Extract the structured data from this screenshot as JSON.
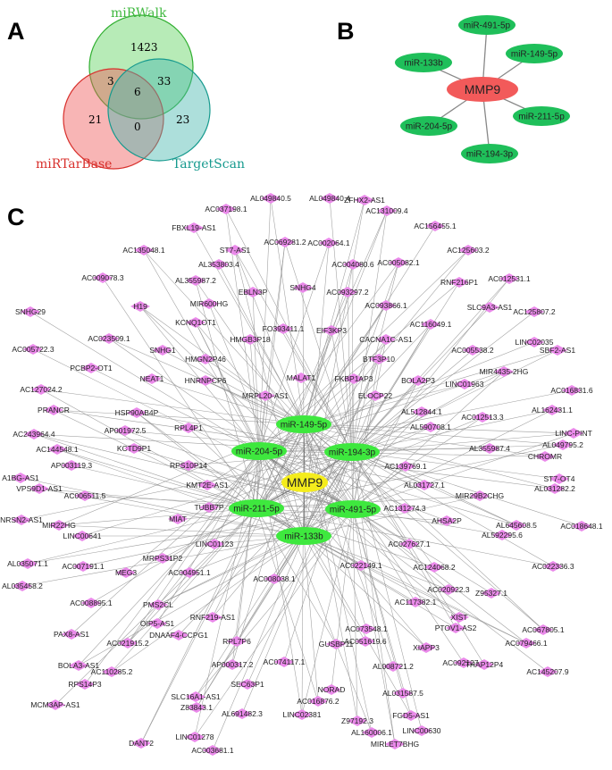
{
  "panels": {
    "a": "A",
    "b": "B",
    "c": "C"
  },
  "venn": {
    "sets": [
      {
        "name": "miRWalk",
        "color": "#5fd35f",
        "label_color": "#3fb83f"
      },
      {
        "name": "miRTarBase",
        "color": "#ef5a5a",
        "label_color": "#d8302c"
      },
      {
        "name": "TargetScan",
        "color": "#49b9b0",
        "label_color": "#169a8e"
      }
    ],
    "counts": {
      "walk_only": "1423",
      "walk_tarbase": "3",
      "all_three": "6",
      "walk_targetscan": "33",
      "tarbase_only": "21",
      "tarbase_targetscan": "0",
      "targetscan_only": "23"
    }
  },
  "network_b": {
    "hub": "MMP9",
    "hub_color": "#f25a5a",
    "mirna_color": "#1fbf5a",
    "mirnas": [
      "miR-491-5p",
      "miR-149-5p",
      "miR-211-5p",
      "miR-194-3p",
      "miR-204-5p",
      "miR-133b"
    ]
  },
  "network_c": {
    "hub": "MMP9",
    "hub_color": "#f4ec1c",
    "mirna_color": "#3ee83e",
    "lnc_color": "#ea8aea",
    "mirnas": [
      "miR-149-5p",
      "miR-204-5p",
      "miR-194-3p",
      "miR-211-5p",
      "miR-491-5p",
      "miR-133b"
    ],
    "lncrnas": [
      "AL049840.5",
      "AL049840.4",
      "ZFHX2-AS1",
      "AC037198.1",
      "AC131009.4",
      "FBXL19-AS1",
      "AC156455.1",
      "AC135048.1",
      "ST7-AS1",
      "AC069281.2",
      "AC002064.1",
      "AC125603.2",
      "AL353803.4",
      "AC004080.6",
      "AC005082.1",
      "AC009078.3",
      "AL355987.2",
      "EBLN3P",
      "SNHG4",
      "AC093297.2",
      "RNF216P1",
      "AC012531.1",
      "SNHG29",
      "H19",
      "MIR600HG",
      "AC093866.1",
      "SLC9A3-AS1",
      "AC125807.2",
      "KCNQ1OT1",
      "FO393411.1",
      "EIF3KP3",
      "AC116049.1",
      "AC023509.1",
      "HMGB3P18",
      "CACNA1C-AS1",
      "AC005722.3",
      "SNHG1",
      "HMGN2P46",
      "BTF3P10",
      "AC005538.2",
      "LINC02035",
      "SBF2-AS1",
      "PCBP2-OT1",
      "NEAT1",
      "HNRNPCP6",
      "MALAT1",
      "FKBP1AP3",
      "BOLA2P3",
      "MIR4435-2HG",
      "AC127024.2",
      "LINC01963",
      "AC016831.6",
      "MRPL20-AS1",
      "ELOCP22",
      "PRANCR",
      "HSP90AB4P",
      "AL512844.1",
      "AP001972.5",
      "AC012513.3",
      "AL162431.1",
      "RPL4P1",
      "AL590708.1",
      "AC243964.4",
      "LINC-PINT",
      "AC144548.1",
      "KCTD9P1",
      "AL355987.4",
      "CHROMR",
      "AL049795.2",
      "AP003119.3",
      "AC139769.1",
      "A1BG-AS1",
      "RPS10P14",
      "ST7-OT4",
      "VPS9D1-AS1",
      "KMT2E-AS1",
      "AL031727.1",
      "AL031282.2",
      "AC006511.5",
      "MIR29B2CHG",
      "NRSN2-AS1",
      "TUBB7P",
      "AC131274.3",
      "MIR22HG",
      "AC018648.1",
      "MIAT",
      "AHSA2P",
      "LINC00641",
      "AL645608.5",
      "AL592295.6",
      "LINC01123",
      "AC027627.1",
      "AL035071.1",
      "MRPS31P2",
      "AC007191.1",
      "AC124068.2",
      "AC022336.3",
      "AC004951.1",
      "AC022149.1",
      "MEG3",
      "AC020922.3",
      "AC008038.1",
      "AL035458.2",
      "Z95327.1",
      "AC008895.1",
      "PMS2CL",
      "AC117382.1",
      "RNF219-AS1",
      "OIP5-AS1",
      "XIST",
      "PTOV1-AS2",
      "AC073548.1",
      "AC067805.1",
      "PAX8-AS1",
      "DNAAF4-CCPG1",
      "RPL7P6",
      "AC051619.6",
      "AC079466.1",
      "AC021915.2",
      "GUSBP11",
      "XIAPP3",
      "BOLA3-AS1",
      "AP000317.2",
      "AC092127.1",
      "THAP12P4",
      "AC110285.2",
      "AC074117.1",
      "AL008721.2",
      "AC145207.9",
      "RPS14P3",
      "SEC63P1",
      "NORAD",
      "AC016876.2",
      "SLC16A1-AS1",
      "AL031587.5",
      "MCM3AP-AS1",
      "Z83843.1",
      "AL691482.3",
      "FGD5-AS1",
      "LINC02381",
      "Z97192.3",
      "AL160006.1",
      "LINC01278",
      "LINC00630",
      "DANT2",
      "MIRLET7BHG",
      "AC003681.1"
    ]
  }
}
